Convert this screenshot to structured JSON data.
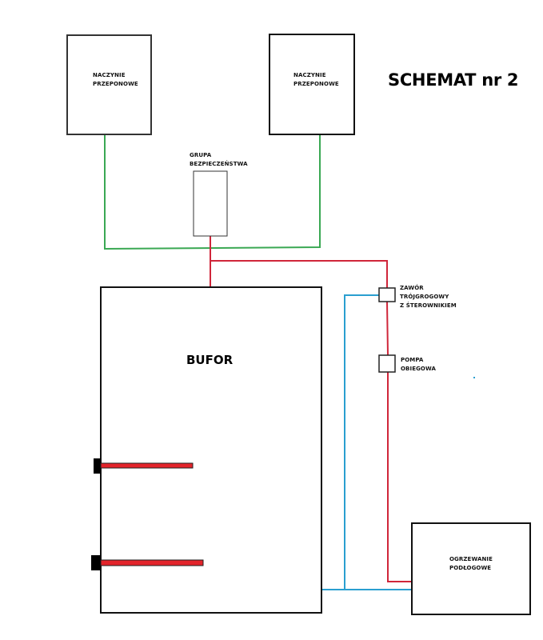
{
  "title": "SCHEMAT nr 2",
  "components": {
    "expansion_vessel_left": {
      "line1": "NACZYNIE",
      "line2": "PRZEPONOWE"
    },
    "expansion_vessel_right": {
      "line1": "NACZYNIE",
      "line2": "PRZEPONOWE"
    },
    "safety_group": {
      "line1": "GRUPA",
      "line2": "BEZPIECZEŃSTWA"
    },
    "buffer": {
      "label": "BUFOR"
    },
    "three_way_valve": {
      "line1": "ZAWÓR",
      "line2": "TRÓJGROGOWY",
      "line3": "Z ŚTEROWNIKIEM"
    },
    "circulation_pump": {
      "line1": "POMPA",
      "line2": "OBIEGOWA"
    },
    "floor_heating": {
      "line1": "OGRZEWANIE",
      "line2": "PODŁOGOWE"
    }
  },
  "colors": {
    "expansion_line": "#3aa853",
    "supply_line": "#d0263a",
    "return_line": "#2a9fd0",
    "heater": "#e3242b",
    "outline": "#1a1a1a"
  }
}
